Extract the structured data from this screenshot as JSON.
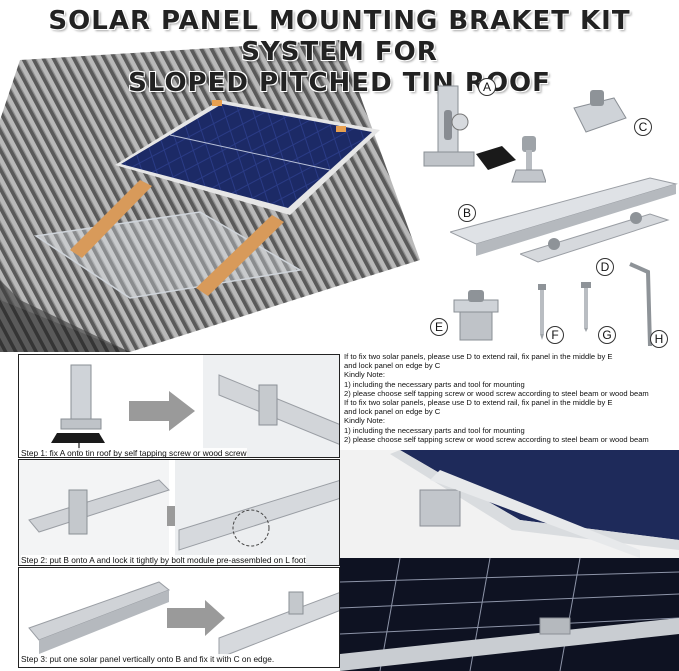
{
  "title": {
    "line1": "SOLAR PANEL MOUNTING BRAKET KIT SYSTEM FOR",
    "line2": "SLOPED PITCHED TIN ROOF"
  },
  "parts": {
    "labels": [
      "A",
      "B",
      "C",
      "D",
      "E",
      "F",
      "G",
      "H"
    ]
  },
  "notes": [
    "If to fix two solar panels, please use D to extend rail, fix panel in the middle by E",
    "and lock panel on edge by C",
    "Kindly Note:",
    "1) including the necessary parts and tool for mounting",
    "2) please choose self tapping screw or wood screw according to steel beam or wood beam",
    "If to fix two solar panels, please use D to extend rail, fix panel in the middle by E",
    "and lock panel on edge by C",
    "Kindly Note:",
    "1) including the necessary parts and tool for mounting",
    "2) please choose self tapping screw or wood screw according to steel beam or wood beam"
  ],
  "steps": [
    "Step 1: fix A onto tin roof by self tapping screw or wood screw",
    "Step 2: put B onto A and lock it tightly by bolt module pre-assembled on L foot",
    "Step 3: put one solar panel vertically onto B and fix it with C on edge."
  ],
  "colors": {
    "roof_dark": "#3d3d3d",
    "roof_light": "#bdbdbd",
    "panel_blue": "#1f2f6e",
    "rail_orange": "#d89a5a",
    "aluminum": "#c9cdd2"
  }
}
